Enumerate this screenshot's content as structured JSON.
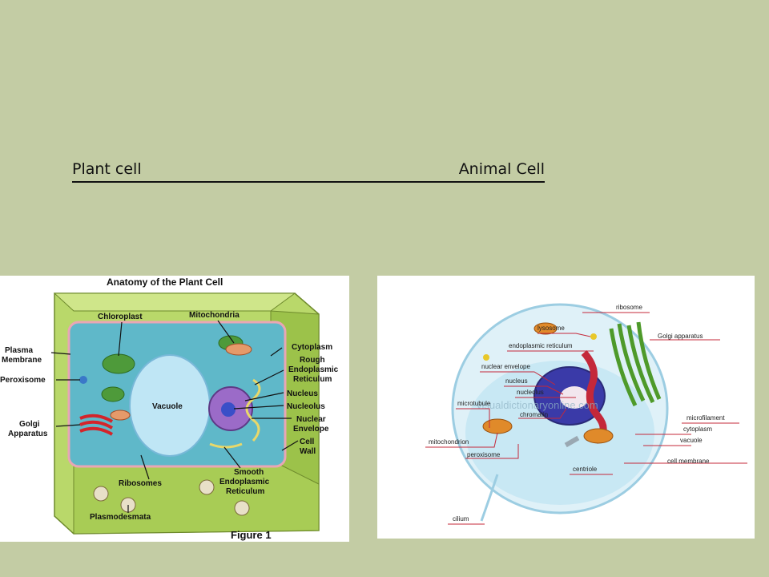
{
  "headings": {
    "plant": "Plant cell",
    "animal": "Animal Cell"
  },
  "plant_diagram": {
    "title": "Anatomy of the Plant Cell",
    "figure": "Figure 1",
    "labels": {
      "chloroplast": "Chloroplast",
      "mitochondria": "Mitochondria",
      "plasma_membrane_1": "Plasma",
      "plasma_membrane_2": "Membrane",
      "peroxisome": "Peroxisome",
      "cytoplasm": "Cytoplasm",
      "rough_er_1": "Rough",
      "rough_er_2": "Endoplasmic",
      "rough_er_3": "Reticulum",
      "vacuole": "Vacuole",
      "nucleus": "Nucleus",
      "nucleolus": "Nucleolus",
      "nuclear_env_1": "Nuclear",
      "nuclear_env_2": "Envelope",
      "golgi_1": "Golgi",
      "golgi_2": "Apparatus",
      "cell_wall_1": "Cell",
      "cell_wall_2": "Wall",
      "ribosomes": "Ribosomes",
      "smooth_er_1": "Smooth",
      "smooth_er_2": "Endoplasmic",
      "smooth_er_3": "Reticulum",
      "plasmodesmata": "Plasmodesmata"
    }
  },
  "animal_diagram": {
    "watermark": "visualdictionaryonline.com",
    "labels": {
      "ribosome": "ribosome",
      "lysosome": "lysosome",
      "golgi": "Golgi apparatus",
      "er": "endoplasmic reticulum",
      "nuclear_envelope": "nuclear envelope",
      "nucleus": "nucleus",
      "nucleolus": "nucleolus",
      "microtubule": "microtubule",
      "chromatin": "chromatin",
      "microfilament": "microfilament",
      "cytoplasm": "cytoplasm",
      "vacuole": "vacuole",
      "mitochondrion": "mitochondrion",
      "peroxisome": "peroxisome",
      "centriole": "centriole",
      "cell_membrane": "cell membrane",
      "cilium": "cilium"
    }
  }
}
